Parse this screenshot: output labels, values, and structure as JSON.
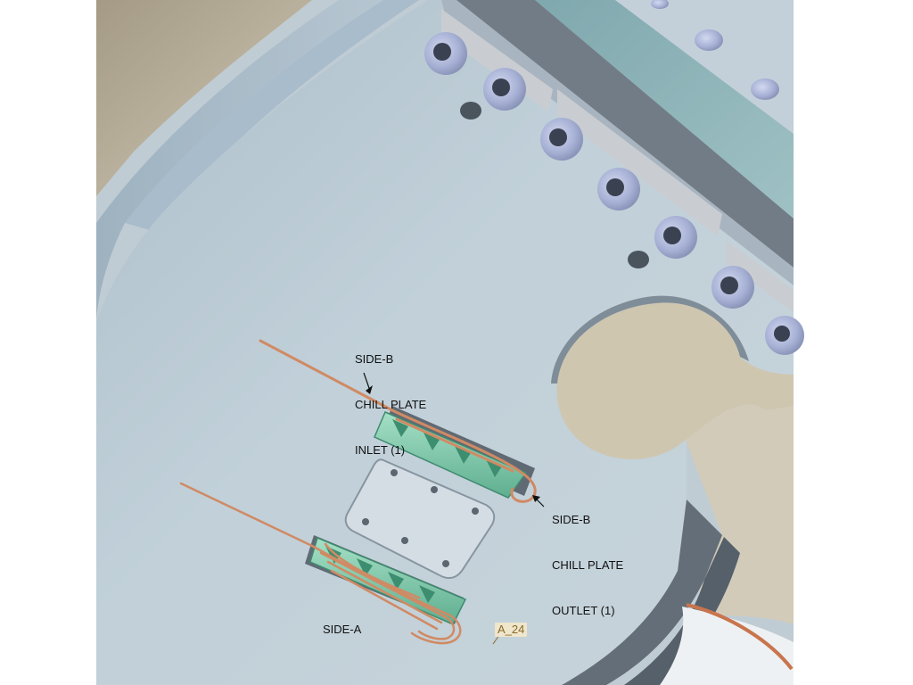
{
  "labels": {
    "side_b_inlet": [
      "SIDE-B",
      "CHILL PLATE",
      "INLET (1)"
    ],
    "side_b_outlet": [
      "SIDE-B",
      "CHILL PLATE",
      "OUTLET (1)"
    ],
    "side_a": "SIDE-A",
    "callout": "A_24"
  },
  "colors": {
    "background": "#ffffff",
    "plate": "#b9c8d1",
    "bolt": "#a9b3d6",
    "cooling_block": "#7fc7a9",
    "tubing": "#d08a64",
    "callout_bg": "#efe6cc",
    "callout_text": "#8a6a2a"
  }
}
